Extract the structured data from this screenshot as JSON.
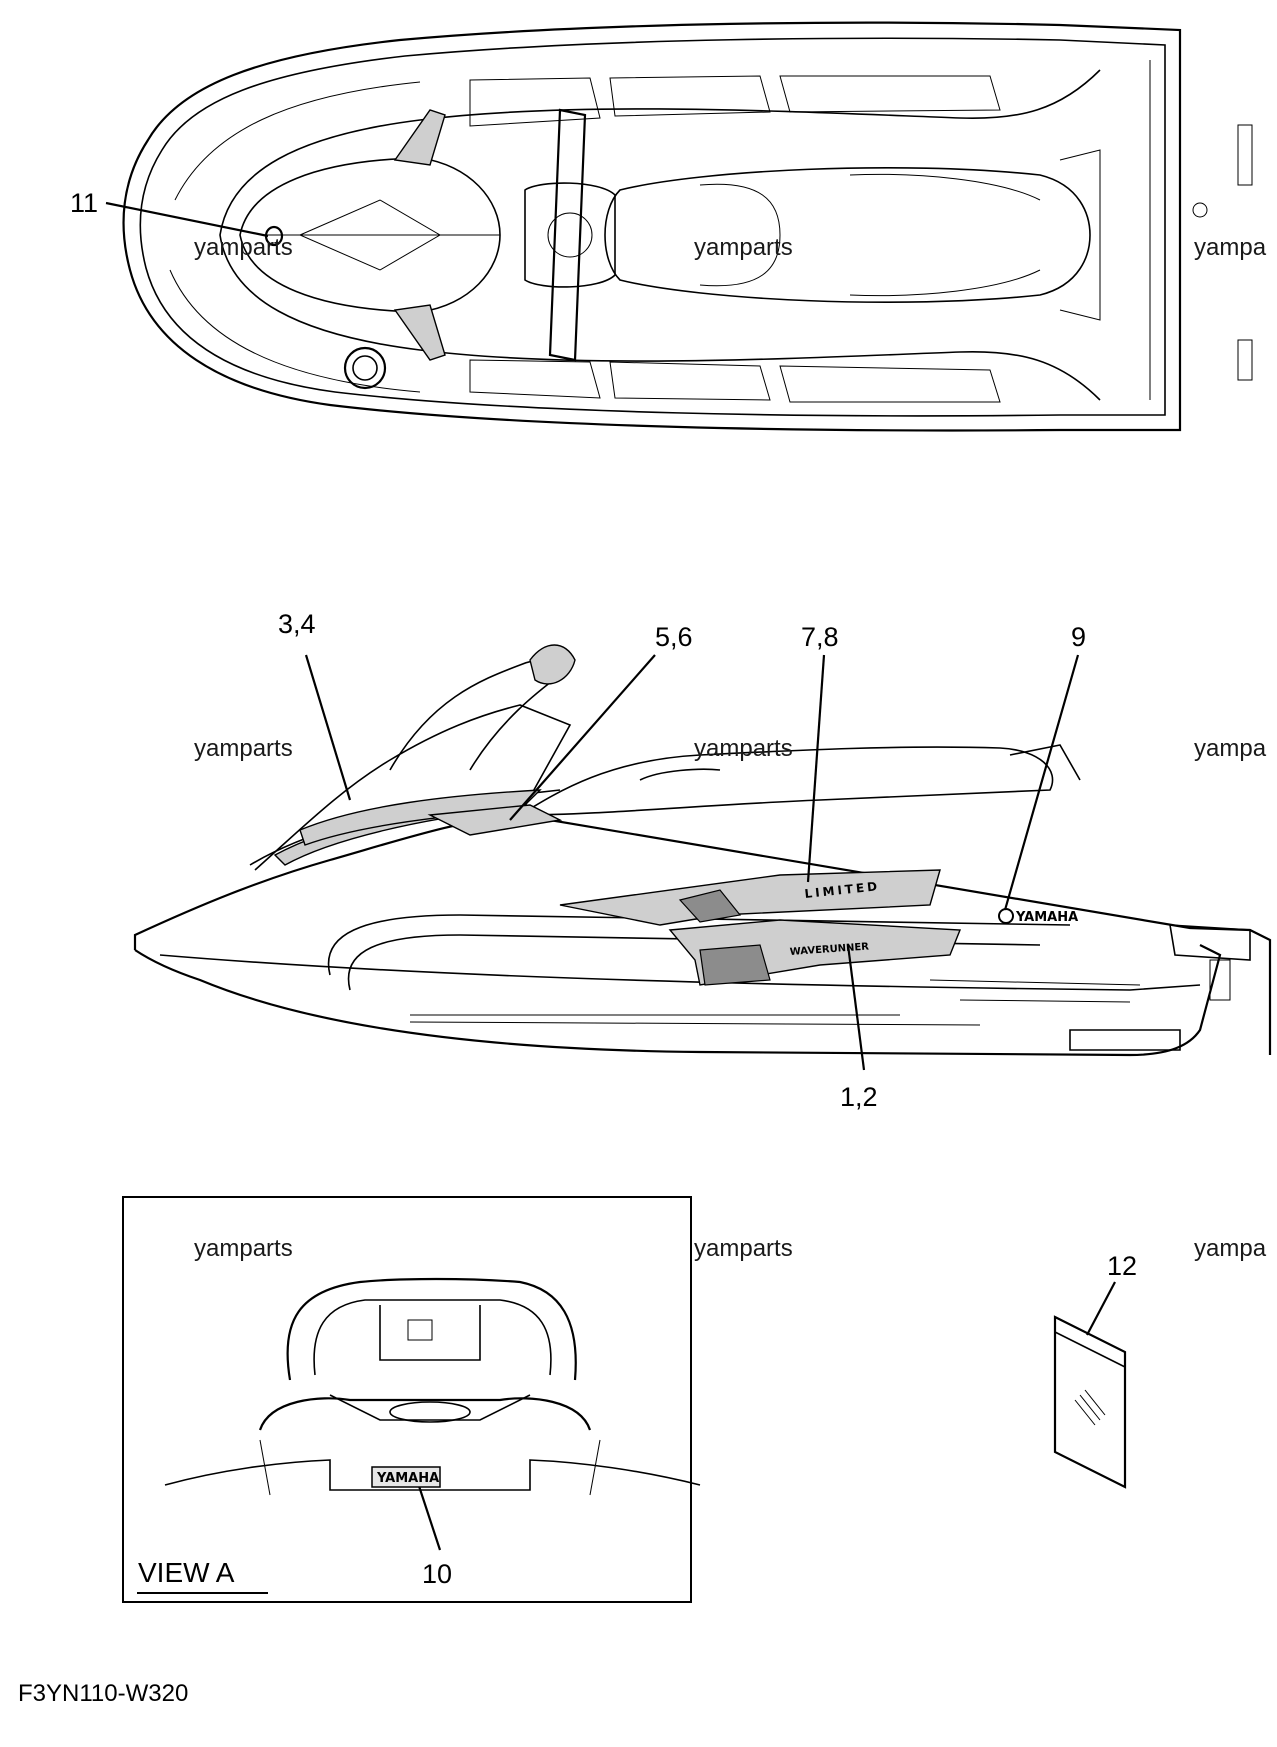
{
  "callouts": [
    {
      "id": "c11",
      "text": "11"
    },
    {
      "id": "c34",
      "text": "3,4"
    },
    {
      "id": "c56",
      "text": "5,6"
    },
    {
      "id": "c78",
      "text": "7,8"
    },
    {
      "id": "c9",
      "text": "9"
    },
    {
      "id": "c12",
      "text": "1,2"
    },
    {
      "id": "c12b",
      "text": "12"
    },
    {
      "id": "c10",
      "text": "10"
    }
  ],
  "watermarks": [
    "yamparts",
    "yamparts",
    "yampa",
    "yamparts",
    "yamparts",
    "yampa",
    "yamparts",
    "yamparts",
    "yampa"
  ],
  "view_label": "VIEW A",
  "diagram_code": "F3YN110-W320",
  "logos": {
    "side": "YAMAHA",
    "rear": "YAMAHA"
  },
  "decals": {
    "side_model": "LIMITED",
    "lower": "WAVERUNNER"
  }
}
